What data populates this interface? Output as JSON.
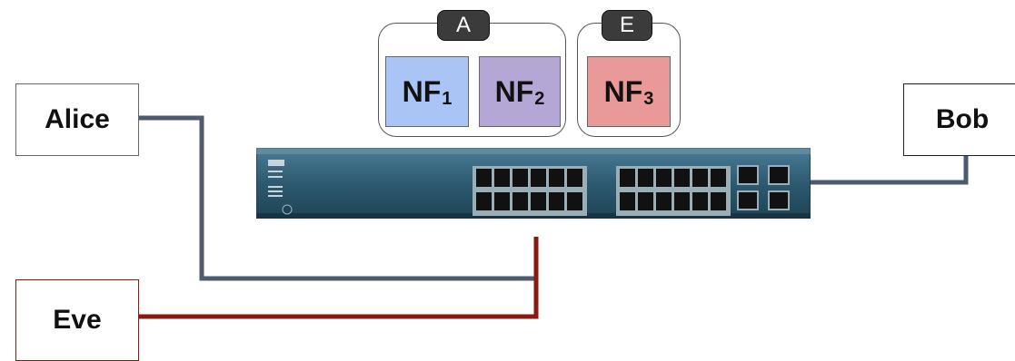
{
  "nodes": {
    "alice": "Alice",
    "bob": "Bob",
    "eve": "Eve"
  },
  "groups": [
    {
      "tag": "A"
    },
    {
      "tag": "E"
    }
  ],
  "nfs": [
    {
      "label": "NF",
      "sub": "1",
      "color": "#a9c4f5"
    },
    {
      "label": "NF",
      "sub": "2",
      "color": "#b4a7d6"
    },
    {
      "label": "NF",
      "sub": "3",
      "color": "#ea9999"
    }
  ],
  "colors": {
    "alice_link": "#4e5b6e",
    "eve_link": "#8b1a0e",
    "bob_link": "#4e5b6e",
    "switch_body": "#2d5a70"
  },
  "device": {
    "icon": "network-switch-icon"
  }
}
